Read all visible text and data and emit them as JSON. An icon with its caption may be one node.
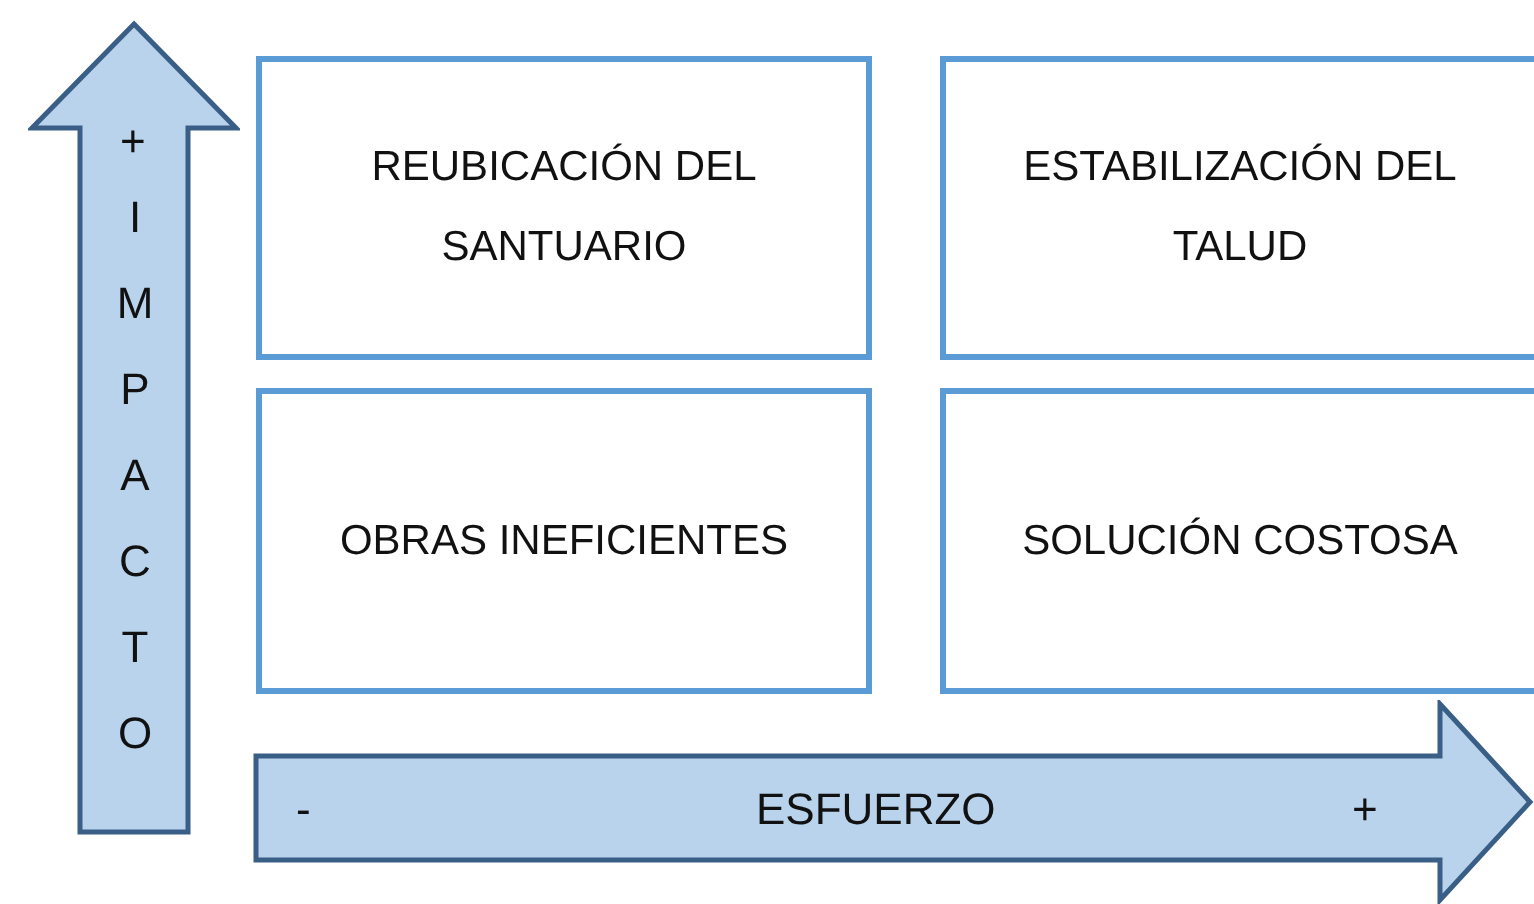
{
  "diagram": {
    "nodes": [
      {
        "text": [
          "+",
          "IMPACTO"
        ]
      },
      {
        "text": [
          "REUBICACIÓN DEL SANTUARIO"
        ]
      },
      {
        "text": [
          "ESTABILIZACIÓN DEL TALUD"
        ]
      },
      {
        "text": [
          "OBRAS INEFICIENTES"
        ]
      },
      {
        "text": [
          "SOLUCIÓN COSTOSA"
        ]
      },
      {
        "text": [
          "-",
          "ESFUERZO",
          "+"
        ]
      }
    ],
    "edges": []
  }
}
